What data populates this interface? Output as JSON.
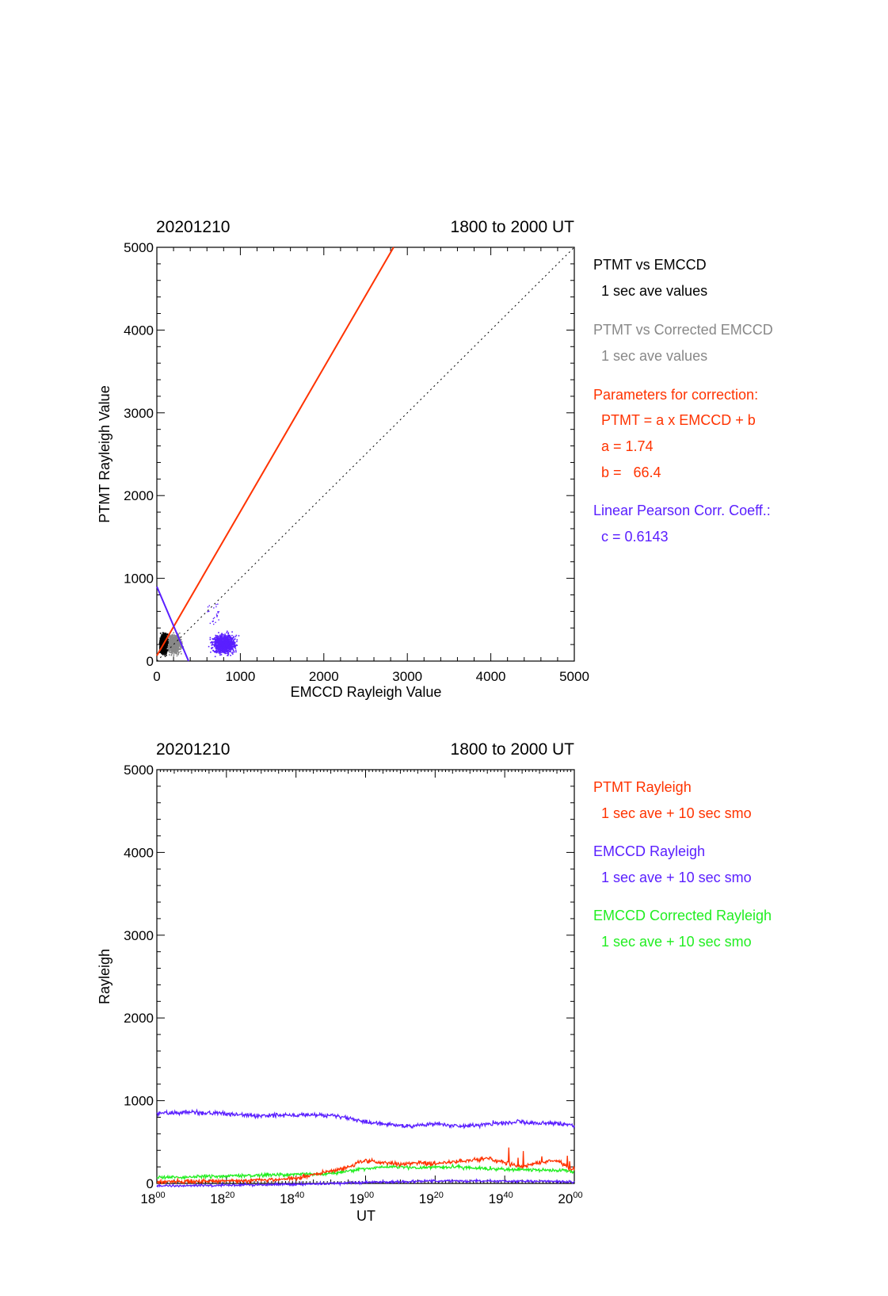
{
  "colors": {
    "red": "#ff3300",
    "blue": "#5a1fff",
    "green": "#22ee22",
    "gray": "#888888",
    "black": "#000000"
  },
  "scatter_panel": {
    "date": "20201210",
    "time_range": "1800 to 2000 UT",
    "legend": {
      "title1": "PTMT vs EMCCD",
      "sub1": "1 sec ave values",
      "title2": "PTMT vs Corrected EMCCD",
      "sub2": "1 sec ave values",
      "params_title": "Parameters for correction:",
      "formula": "PTMT = a x EMCCD + b",
      "a_line": "a = 1.74",
      "b_line": "b =   66.4",
      "corr_title": "Linear Pearson Corr. Coeff.:",
      "corr_value": "c = 0.6143"
    }
  },
  "ts_panel": {
    "date": "20201210",
    "time_range": "1800 to 2000 UT",
    "legend": {
      "ptmt_title": "PTMT Rayleigh",
      "ptmt_sub": "1 sec ave + 10 sec smo",
      "emccd_title": "EMCCD Rayleigh",
      "emccd_sub": "1 sec ave + 10 sec smo",
      "corr_title": "EMCCD Corrected Rayleigh",
      "corr_sub": "1 sec ave + 10 sec smo"
    }
  },
  "chart_data": [
    {
      "type": "scatter",
      "xlabel": "EMCCD Rayleigh Value",
      "ylabel": "PTMT Rayleigh Value",
      "xlim": [
        0,
        5000
      ],
      "ylim": [
        0,
        5000
      ],
      "xticks": [
        "0",
        "1000",
        "2000",
        "3000",
        "4000",
        "5000"
      ],
      "yticks": [
        "0",
        "1000",
        "2000",
        "3000",
        "4000",
        "5000"
      ],
      "series": [
        {
          "name": "PTMT vs EMCCD",
          "color": "black",
          "x_range": [
            0,
            150
          ],
          "y_range": [
            0,
            400
          ]
        },
        {
          "name": "PTMT vs Corrected EMCCD",
          "color": "gray",
          "x_range": [
            50,
            350
          ],
          "y_range": [
            0,
            400
          ]
        }
      ],
      "blue_cluster": {
        "x_range": [
          550,
          1050
        ],
        "y_range": [
          0,
          700
        ]
      },
      "lines": [
        {
          "style": "solid",
          "color": "red",
          "slope": 1.74,
          "intercept": 66.4
        },
        {
          "style": "dotted",
          "color": "black",
          "slope": 1.0,
          "intercept": 0
        },
        {
          "style": "solid",
          "color": "blue",
          "from": [
            0,
            900
          ],
          "to": [
            380,
            0
          ]
        }
      ]
    },
    {
      "type": "line",
      "xlabel": "UT",
      "ylabel": "Rayleigh",
      "xlim": [
        0,
        120
      ],
      "ylim": [
        0,
        5000
      ],
      "xticks": [
        {
          "hour": "18",
          "min": "00"
        },
        {
          "hour": "18",
          "min": "20"
        },
        {
          "hour": "18",
          "min": "40"
        },
        {
          "hour": "19",
          "min": "00"
        },
        {
          "hour": "19",
          "min": "20"
        },
        {
          "hour": "19",
          "min": "40"
        },
        {
          "hour": "20",
          "min": "00"
        }
      ],
      "yticks": [
        "0",
        "1000",
        "2000",
        "3000",
        "4000",
        "5000"
      ],
      "series": [
        {
          "name": "PTMT Rayleigh",
          "color": "red",
          "x": [
            0,
            10,
            20,
            30,
            40,
            50,
            55,
            60,
            65,
            70,
            75,
            80,
            85,
            90,
            95,
            100,
            105,
            110,
            115,
            120
          ],
          "y": [
            20,
            25,
            30,
            40,
            60,
            150,
            200,
            280,
            250,
            230,
            250,
            240,
            260,
            280,
            300,
            250,
            200,
            250,
            280,
            150
          ]
        },
        {
          "name": "EMCCD Rayleigh",
          "color": "blue",
          "x": [
            0,
            10,
            20,
            30,
            40,
            50,
            55,
            60,
            65,
            70,
            75,
            80,
            85,
            90,
            95,
            100,
            105,
            110,
            115,
            120
          ],
          "y": [
            850,
            860,
            840,
            820,
            830,
            820,
            790,
            740,
            720,
            700,
            700,
            720,
            700,
            690,
            720,
            740,
            740,
            730,
            730,
            700
          ]
        },
        {
          "name": "EMCCD Corrected Rayleigh",
          "color": "green",
          "x": [
            0,
            10,
            20,
            30,
            40,
            50,
            55,
            60,
            65,
            70,
            75,
            80,
            85,
            90,
            95,
            100,
            105,
            110,
            115,
            120
          ],
          "y": [
            70,
            80,
            90,
            100,
            110,
            120,
            150,
            180,
            200,
            200,
            190,
            200,
            200,
            190,
            180,
            170,
            170,
            160,
            160,
            150
          ]
        },
        {
          "name": "",
          "color": "blue",
          "x": [
            0,
            20,
            40,
            60,
            80,
            100,
            120
          ],
          "y": [
            -30,
            -20,
            -10,
            10,
            30,
            30,
            20
          ]
        }
      ]
    }
  ]
}
